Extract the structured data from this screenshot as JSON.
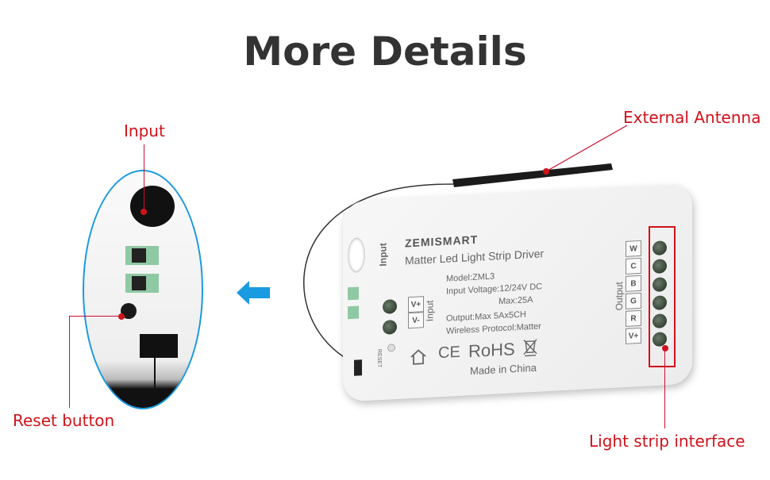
{
  "title": "More Details",
  "callouts": {
    "input": "Input",
    "antenna": "External Antenna",
    "reset": "Reset button",
    "light_strip": "Light strip interface"
  },
  "device": {
    "brand": "ZEMISMART",
    "product": "Matter Led Light Strip Driver",
    "model": "Model:ZML3",
    "input_voltage": "Input Voltage:12/24V DC",
    "max_current": "Max:25A",
    "output_spec": "Output:Max 5Ax5CH",
    "protocol": "Wireless Protocol:Matter",
    "ce": "CE",
    "rohs": "RoHS",
    "origin": "Made in China",
    "input_label": "Input",
    "side_input_label": "Input",
    "vplus": "V+",
    "vminus": "V-",
    "reset": "RESET",
    "output_label": "Output",
    "channels": [
      "W",
      "C",
      "B",
      "G",
      "R",
      "V+"
    ]
  },
  "colors": {
    "accent": "#1a9ae0",
    "callout": "#d0121b"
  }
}
